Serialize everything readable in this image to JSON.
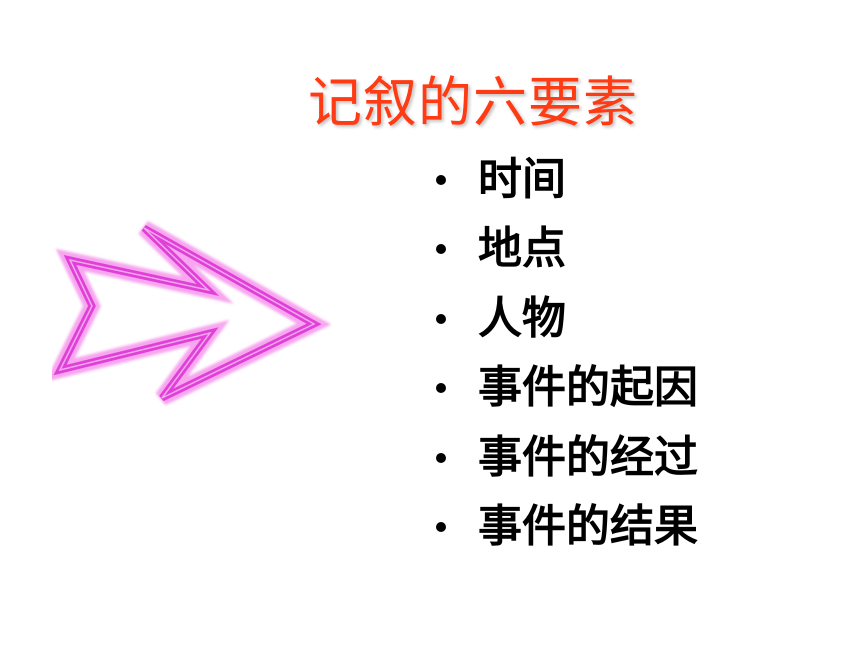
{
  "slide": {
    "title": "记叙的六要素",
    "bullets": [
      {
        "label": "时间"
      },
      {
        "label": "地点"
      },
      {
        "label": "人物"
      },
      {
        "label": "事件的起因"
      },
      {
        "label": "事件的经过"
      },
      {
        "label": "事件的结果"
      }
    ],
    "decoration": {
      "icon": "double-arrow-right-icon"
    }
  },
  "colors": {
    "background": "#ffffff",
    "title": "#ff3b14",
    "bullet_text": "#000000",
    "arrow_outline": "#e040d8",
    "arrow_glow": "#f7a6ef"
  }
}
